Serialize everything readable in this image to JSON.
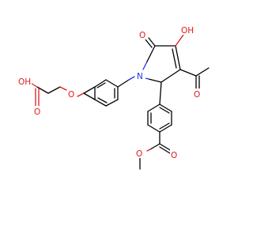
{
  "molecule": {
    "atom_labels": {
      "carboxyl_oh": "OH",
      "carboxyl_o": "O",
      "ether_o": "O",
      "ring_n": "N",
      "lactam_o": "O",
      "enol_oh": "OH",
      "acetyl_o": "O",
      "ester_o_carbonyl": "O",
      "ester_o_methoxy": "O"
    },
    "colors": {
      "carbon_bond": "#000000",
      "oxygen": "#e01b1b",
      "nitrogen": "#2432e6",
      "background": "#ffffff"
    }
  }
}
